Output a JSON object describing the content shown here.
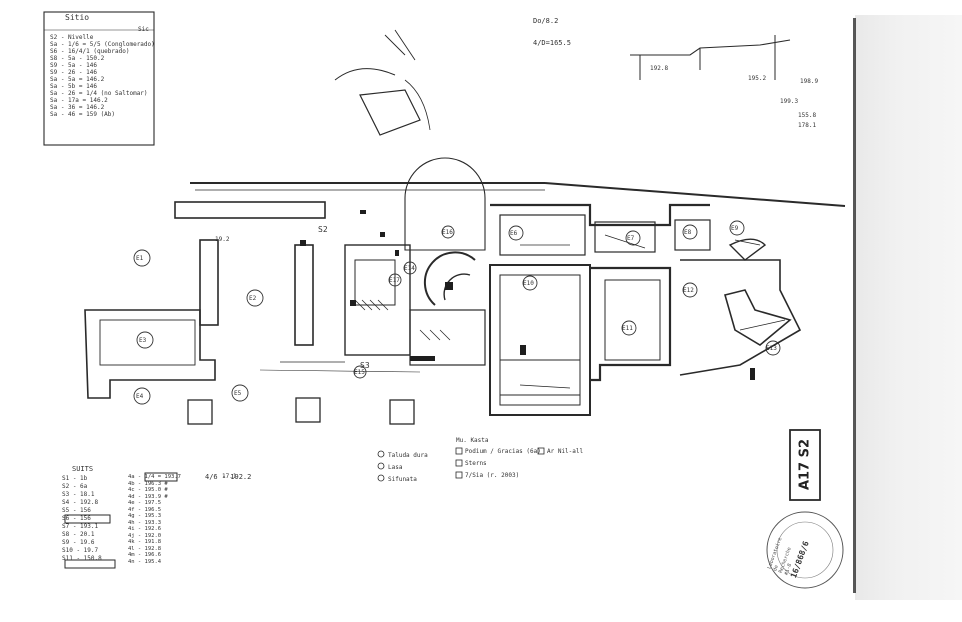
{
  "document": {
    "sheet_label": "A17 S2",
    "header_box_title": "Sitio",
    "header_box_corner": "Sic",
    "header_box_lines": [
      "S2 - Nivelle",
      "Sa - 1/6 = 5/5 (Conglomerado)",
      "S6 - 16/4/1 (quebrado)",
      "S8 - 5a - 150.2",
      "S9 - 5a - 146",
      "S9 - 26 - 146",
      "Sa - 5a = 146.2",
      "Sa - 5b = 146",
      "Sa - 26 = 1/4 (no Saltomar)",
      "Sa - 17a = 146.2",
      "Sa - 36 = 146.2",
      "Sa - 46 = 159 (Ab)"
    ],
    "top_note_1": "Do/8.2",
    "top_note_2": "4/D=165.5",
    "elevation_notes": [
      "195.2",
      "192.8",
      "198.9",
      "199.3",
      "155.8",
      "178.1",
      "19.2",
      "17.1"
    ],
    "room_numbers": [
      "E1",
      "E2",
      "E3",
      "E4",
      "E5",
      "E6",
      "E7",
      "E8",
      "E9",
      "E10",
      "E11",
      "E12",
      "E13",
      "E14",
      "E15",
      "E16",
      "E17",
      "S3",
      "S2"
    ],
    "legend": {
      "title": "Mu. Kasta",
      "items": [
        "Podium / Gracias (6a)",
        "Sterns",
        "7/Sia (r. 2003)",
        "Ar Nil-all"
      ],
      "symbols": [
        "Taluda dura",
        "Lasa",
        "Sifunata"
      ]
    },
    "bottom_table_left_title": "SUITS",
    "bottom_table_left_rows": [
      "S1 - 1b",
      "S2 - 6a",
      "S3 - 18.1",
      "S4 - 192.8",
      "S5 - 156",
      "S6 - 156",
      "S7 - 193.1",
      "S8 - 20.1",
      "S9 - 19.6",
      "S10 - 19.7",
      "S11 - 150.8"
    ],
    "bottom_table_mid_rows": [
      "4a - 1/4 = 193.7",
      "4b - 196.3 #",
      "4c - 195.0 #",
      "4d - 193.9 #",
      "4e - 197.5",
      "4f - 196.5",
      "4g - 195.3",
      "4h - 193.3",
      "4i - 192.6",
      "4j - 192.0",
      "4k - 191.8",
      "4l - 192.8",
      "4m - 196.6",
      "4n - 195.4"
    ],
    "bottom_note": "4/6 - 192.2",
    "stamp_lines": [
      "Laboratoire",
      "de",
      "Recherche",
      "#1-8"
    ],
    "stamp_number": "16/868/6"
  }
}
